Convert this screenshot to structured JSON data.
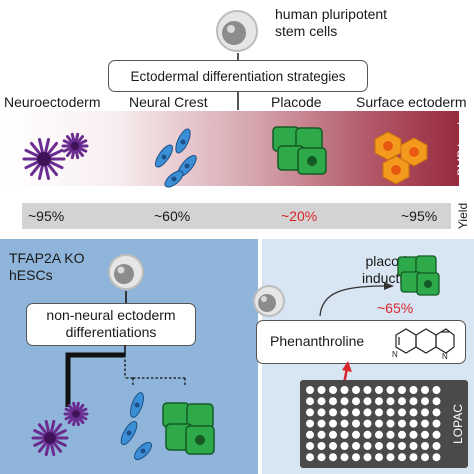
{
  "header": {
    "stem_cells": [
      "human pluripotent",
      "stem cells"
    ],
    "strategies": "Ectodermal differentiation strategies"
  },
  "lineages": [
    "Neuroectoderm",
    "Neural Crest",
    "Placode",
    "Surface ectoderm"
  ],
  "side_labels": {
    "bmp": "BMP level",
    "yield": "Yield"
  },
  "yields": [
    "~95%",
    "~60%",
    "~20%",
    "~95%"
  ],
  "left_panel": {
    "ko_label": [
      "TFAP2A KO",
      "hESCs"
    ],
    "box": [
      "non-neural ectoderm",
      "differentiations"
    ]
  },
  "right_panel": {
    "induction": [
      "placode",
      "induction"
    ],
    "percent": "~65%",
    "compound": "Phenanthroline",
    "plate": "LOPAC"
  },
  "colors": {
    "neuro": "#6a2c8f",
    "crest": "#3b8fd6",
    "placode": "#2faa4a",
    "surface": "#f39a1e",
    "highlight": "#d8262b",
    "panel_left": "#8fb5da",
    "panel_right": "#d8e5f2"
  }
}
